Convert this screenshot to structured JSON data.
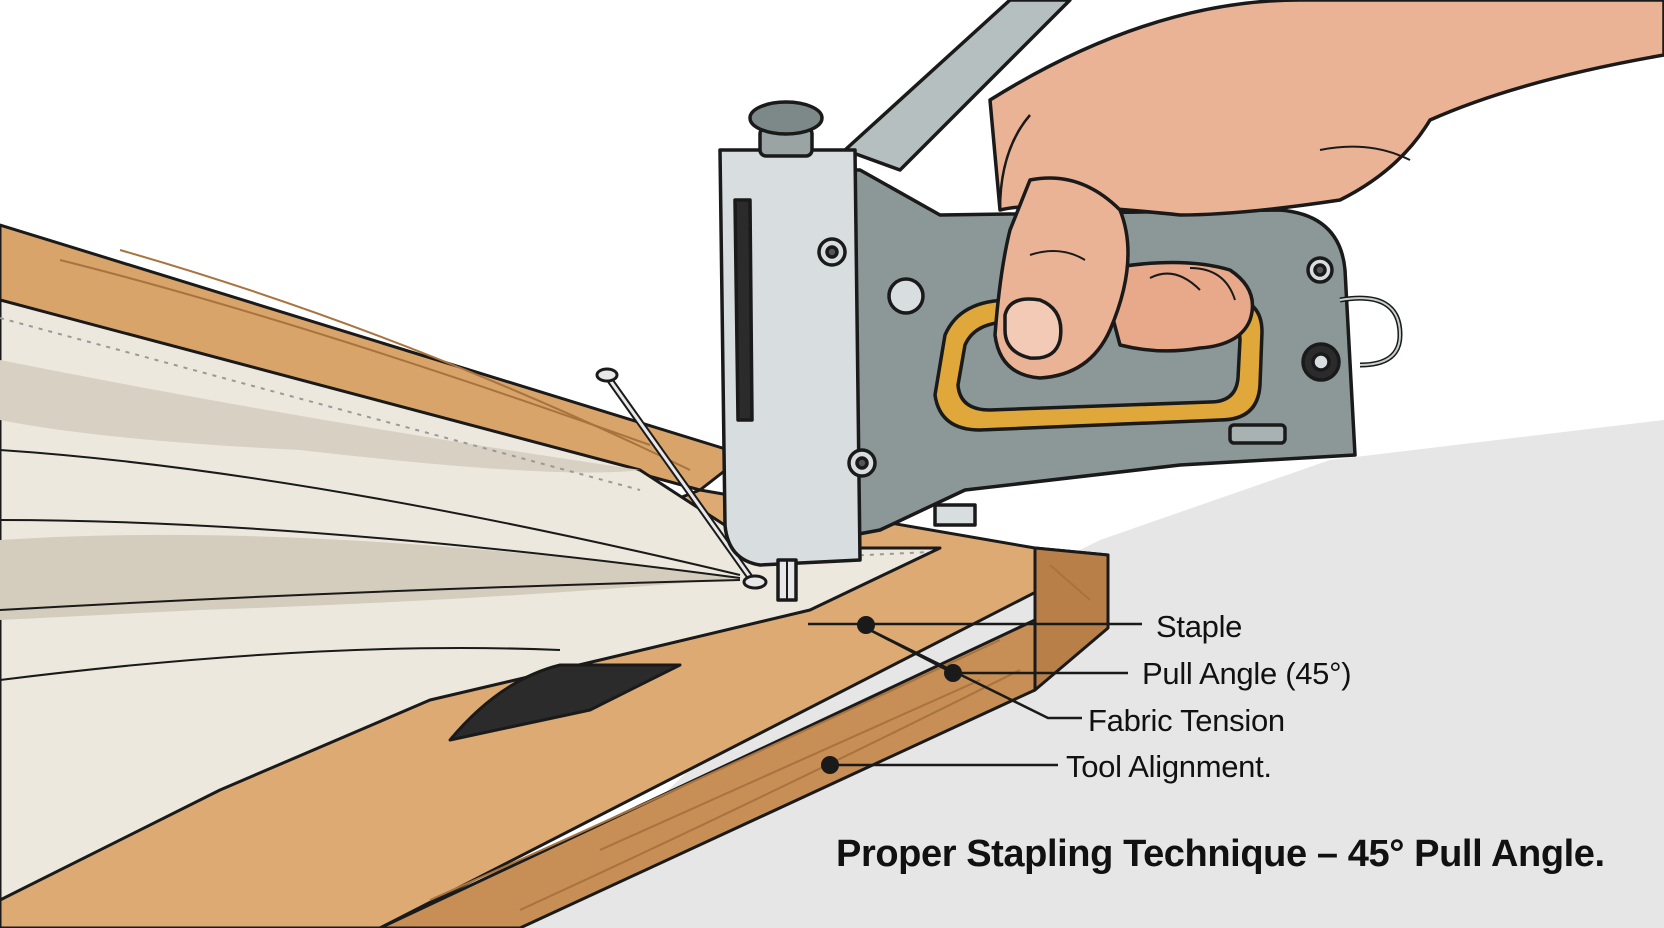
{
  "callouts": [
    {
      "id": "staple",
      "label": "Staple"
    },
    {
      "id": "pull-angle",
      "label": "Pull Angle (45°)"
    },
    {
      "id": "fabric-tension",
      "label": "Fabric Tension"
    },
    {
      "id": "tool-alignment",
      "label": "Tool Alignment."
    }
  ],
  "caption": "Proper Stapling Technique – 45° Pull Angle.",
  "colors": {
    "wood": "#d9a46a",
    "fabric": "#ece8dd",
    "stapler_body": "#8c9898",
    "handle_grip": "#e0a83a",
    "skin": "#ebb396",
    "line": "#1a1a1a"
  }
}
